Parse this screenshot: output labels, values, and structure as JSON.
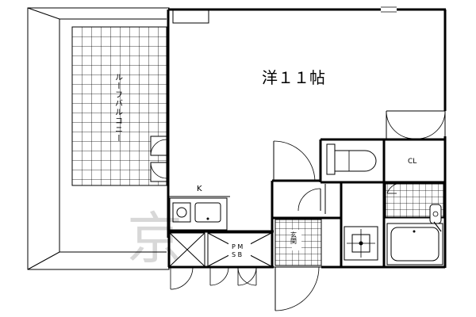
{
  "plan": {
    "room_main": "洋１１帖",
    "balcony": "ルーフバルコニー",
    "kitchen": "K",
    "closet": "CL",
    "entrance": "玄関",
    "pipe_space_line1": "P M",
    "pipe_space_line2": "S B",
    "watermark": "京"
  },
  "colors": {
    "wall": "#000000",
    "grid": "#000000",
    "watermark": "#d8d8d8",
    "background": "#ffffff"
  }
}
